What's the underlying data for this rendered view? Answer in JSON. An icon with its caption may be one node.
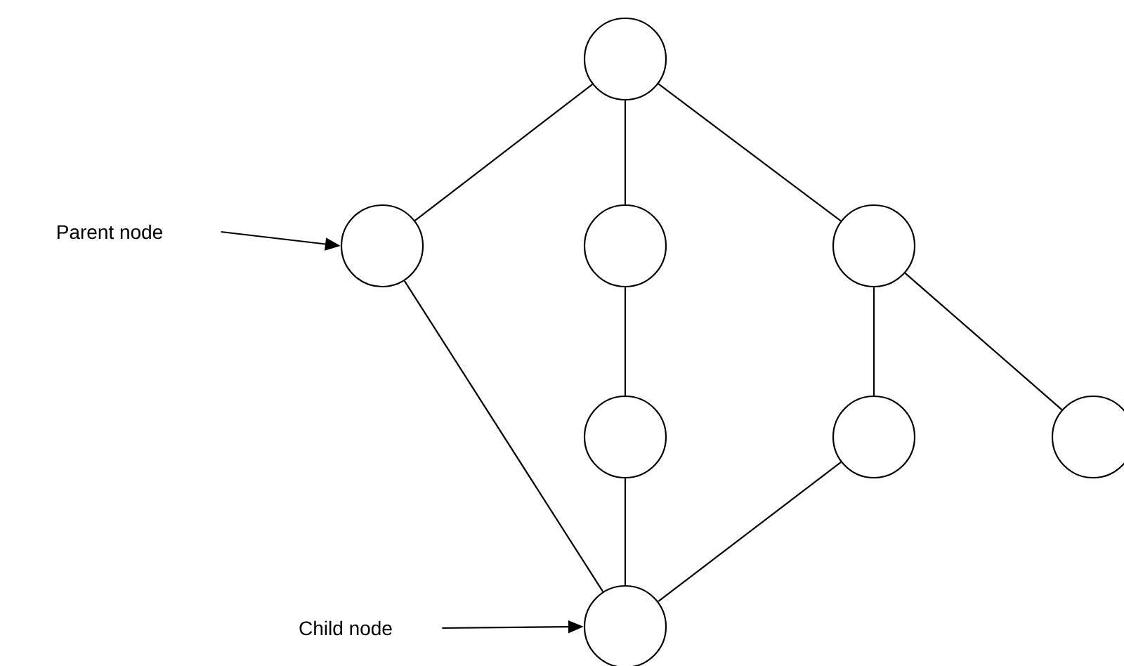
{
  "diagram": {
    "nodes": [
      {
        "text": [],
        "shape": "circle"
      },
      {
        "text": [
          "Parent node"
        ]
      },
      {
        "text": [],
        "shape": "circle"
      },
      {
        "text": [],
        "shape": "circle"
      },
      {
        "text": [],
        "shape": "circle"
      },
      {
        "text": [],
        "shape": "circle"
      },
      {
        "text": [],
        "shape": "circle"
      },
      {
        "text": [],
        "shape": "circle"
      },
      {
        "text": [
          "Child node"
        ]
      },
      {
        "text": [],
        "shape": "circle"
      }
    ],
    "edges": [
      {
        "from": 0,
        "to": 2,
        "arrow": "none"
      },
      {
        "from": 0,
        "to": 3,
        "arrow": "none"
      },
      {
        "from": 0,
        "to": 4,
        "arrow": "none"
      },
      {
        "from": 1,
        "to": 2,
        "arrow": "to"
      },
      {
        "from": 2,
        "to": 9,
        "arrow": "none"
      },
      {
        "from": 3,
        "to": 5,
        "arrow": "none"
      },
      {
        "from": 4,
        "to": 6,
        "arrow": "none"
      },
      {
        "from": 4,
        "to": 7,
        "arrow": "none"
      },
      {
        "from": 5,
        "to": 9,
        "arrow": "none"
      },
      {
        "from": 6,
        "to": 9,
        "arrow": "none"
      },
      {
        "from": 8,
        "to": 9,
        "arrow": "to"
      }
    ]
  }
}
